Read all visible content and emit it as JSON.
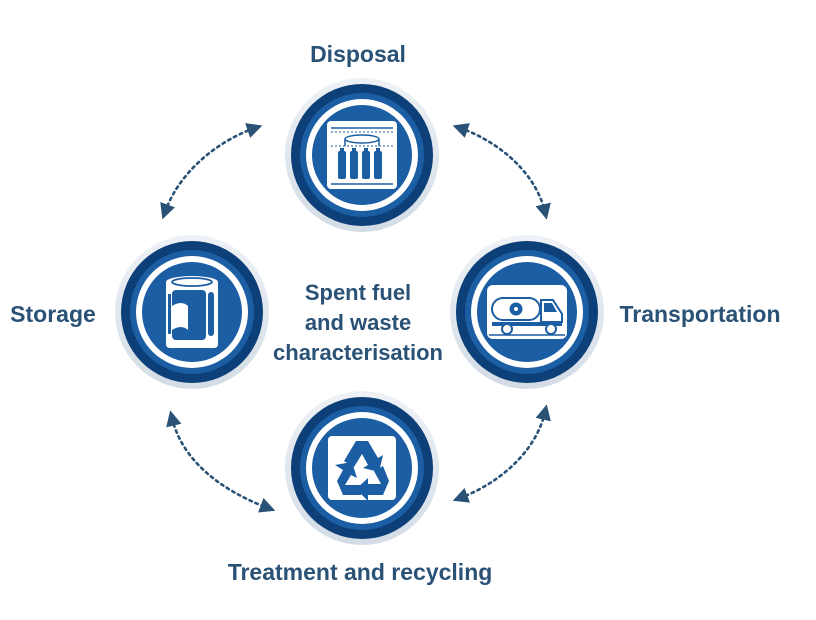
{
  "diagram": {
    "center": {
      "lines": [
        "Spent fuel",
        "and waste",
        "characterisation"
      ]
    },
    "nodes": [
      {
        "id": "disposal",
        "label": "Disposal",
        "icon": "disposal-repository-icon"
      },
      {
        "id": "transportation",
        "label": "Transportation",
        "icon": "transport-truck-icon"
      },
      {
        "id": "treatment",
        "label": "Treatment and recycling",
        "icon": "recycle-icon"
      },
      {
        "id": "storage",
        "label": "Storage",
        "icon": "storage-cask-icon"
      }
    ],
    "colors": {
      "primary": "#1b5ea3",
      "dark": "#0d3f78",
      "text": "#2a5277",
      "ring_light": "#dfe6ee"
    }
  }
}
